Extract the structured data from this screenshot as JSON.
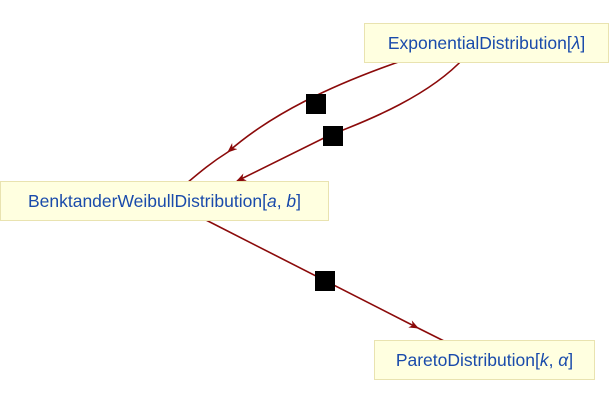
{
  "nodes": {
    "exponential": {
      "name": "ExponentialDistribution",
      "params": [
        "λ"
      ]
    },
    "benktander_weibull": {
      "name": "BenktanderWeibullDistribution",
      "params": [
        "a",
        "b"
      ]
    },
    "pareto": {
      "name": "ParetoDistribution",
      "params": [
        "k",
        "α"
      ]
    }
  },
  "edges": [
    {
      "from": "exponential",
      "to": "benktander_weibull",
      "label": "■"
    },
    {
      "from": "exponential",
      "to": "benktander_weibull",
      "label": "■"
    },
    {
      "from": "benktander_weibull",
      "to": "pareto",
      "label": "■"
    }
  ],
  "colors": {
    "edge": "#8b0a0a",
    "node_fill": "#ffffe0",
    "node_border": "#e9e3b0",
    "node_text": "#1a4bab",
    "label": "#000000"
  }
}
